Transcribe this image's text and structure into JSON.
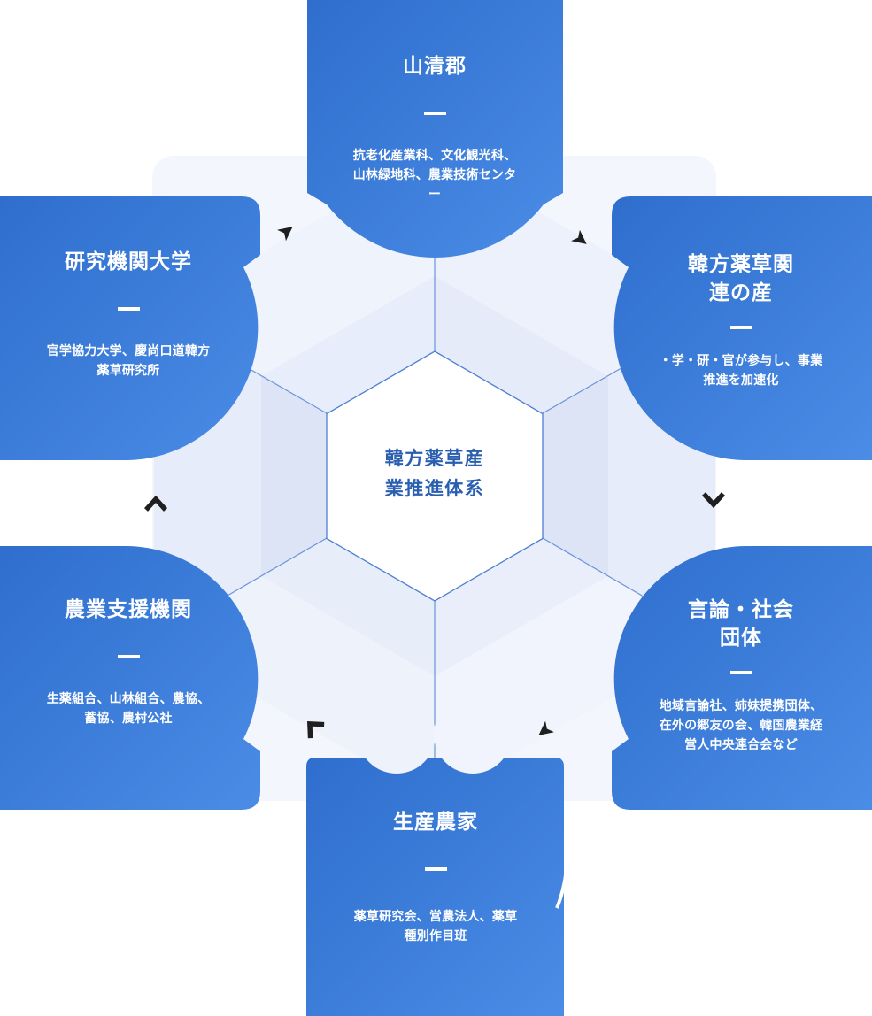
{
  "diagram": {
    "center": {
      "line1": "韓方薬草産",
      "line2": "業推進体系"
    },
    "nodes": {
      "top": {
        "title": "山清郡",
        "body": "抗老化産業科、文化観光科、山林緑地科、農業技術センター"
      },
      "left": {
        "title": "研究機関大学",
        "body": "官学協力大学、慶尚口道韓方薬草研究所"
      },
      "right": {
        "title": "韓方薬草関連の産",
        "body": "・学・研・官が参与し、事業推進を加速化"
      },
      "bottom_left": {
        "title": "農業支援機関",
        "body": "生薬組合、山林組合、農協、蓄協、農村公社"
      },
      "bottom_right": {
        "title": "言論・社会団体",
        "body": "地域言論社、姉妹提携団体、在外の郷友の会、韓国農業経営人中央連合会など"
      },
      "bottom": {
        "title": "生産農家",
        "body": "薬草研究会、営農法人、薬草種別作目班"
      }
    },
    "arrows": [
      {
        "name": "arrow-upper-left",
        "style": "pointer",
        "direction": "up-right"
      },
      {
        "name": "arrow-upper-right",
        "style": "pointer",
        "direction": "down-right"
      },
      {
        "name": "arrow-right",
        "style": "chevron",
        "direction": "down"
      },
      {
        "name": "arrow-lower-right",
        "style": "pointer",
        "direction": "down-left"
      },
      {
        "name": "arrow-lower-left",
        "style": "chevron",
        "direction": "up-left"
      },
      {
        "name": "arrow-left",
        "style": "chevron",
        "direction": "up"
      }
    ],
    "colors": {
      "node_gradient_start": "#2f6ecd",
      "node_gradient_end": "#4a8ce6",
      "center_text": "#2a5fb0",
      "hexagon_stroke": "#4d7fd2",
      "facet_line": "#6b94da",
      "arrow": "#1f1f1f"
    }
  }
}
